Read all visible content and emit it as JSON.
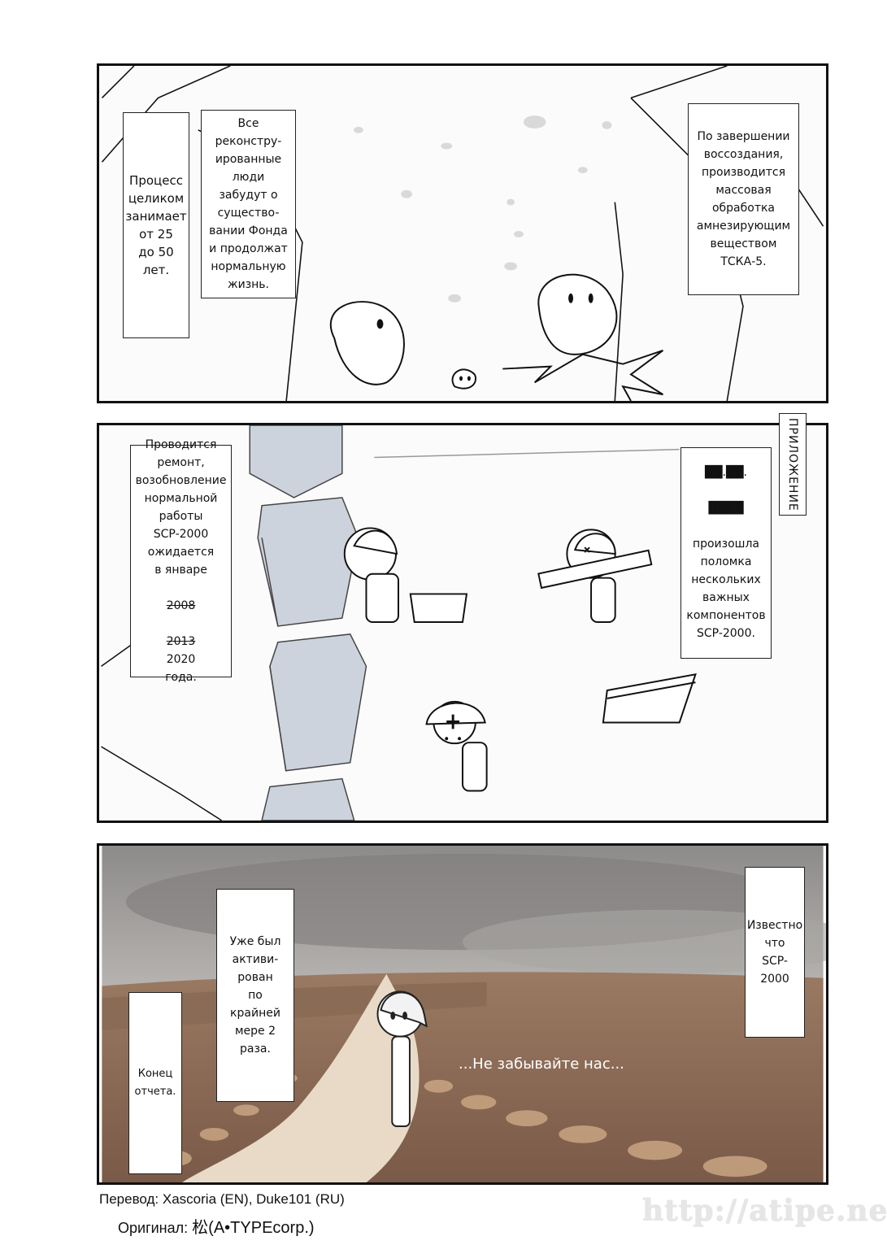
{
  "panel1": {
    "captions": {
      "left": "Процесс\nцеликом\nзанимает\nот 25\nдо 50\nлет.",
      "middle": "Все\nреконстру-\nированные\nлюди\nзабудут о\nсуществo-\nвании Фонда\nи продолжат\nнормальную\nжизнь.",
      "right": "По завершении\nвоссоздания,\nпроизводится\nмассовая\nобработка\nамнезирующим\nвеществом\nТСКА-5."
    }
  },
  "panel2": {
    "captions": {
      "left_main": "Проводится\nремонт,\nвозобновление\nнормальной\nработы\nSCP-2000\nожидается\nв январе",
      "left_struck_1": "2008",
      "left_struck_2": "2013",
      "left_end": "2020\nгода.",
      "right_redacted_top": "██.██.",
      "right_redacted_mid": "████",
      "right_main": "произошла\nполомка\nнескольких\nважных\nкомпонентов\nSCP-2000."
    },
    "tag": "ПРИЛОЖЕНИЕ",
    "colors": {
      "pillar": "#cdd3dc",
      "pillar_dark": "#b3bcc8"
    }
  },
  "panel3": {
    "captions": {
      "left": "Конец\nотчета.",
      "middle": "Уже был\nактиви-\nрован\nпо крайней\nмере 2\nраза.",
      "right": "Известно\nчто\nSCP-\n2000"
    },
    "overlay": "...Не забывайте нас...",
    "colors": {
      "sky": "#9c9a98",
      "ground": "#8a6852",
      "road": "#e8d8c4"
    }
  },
  "credits": {
    "translation_label": "Перевод:",
    "translation_value": "Xascoria (EN), Duke101 (RU)",
    "original_label": "Оригинал:",
    "original_value": "松(A•TYPEcorp.)",
    "watermark": "http://atipe.net/"
  }
}
